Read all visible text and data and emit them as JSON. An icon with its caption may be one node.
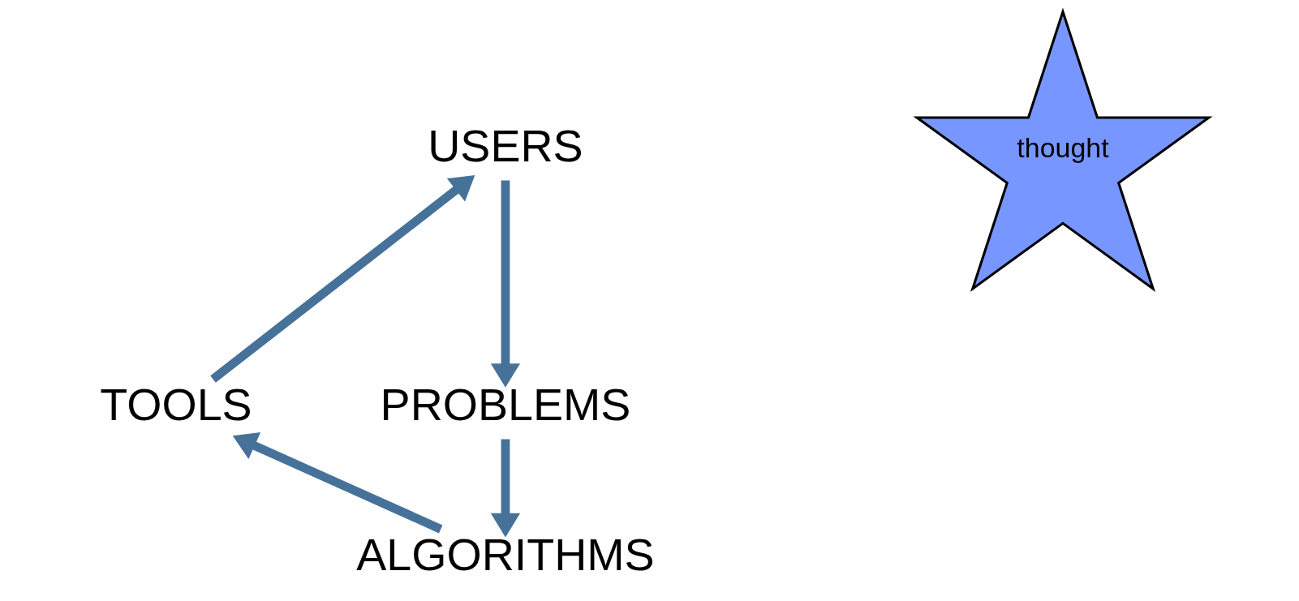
{
  "diagram": {
    "nodes": [
      {
        "text": [
          "USERS"
        ]
      },
      {
        "text": [
          "PROBLEMS"
        ]
      },
      {
        "text": [
          "ALGORITHMS"
        ]
      },
      {
        "text": [
          "TOOLS"
        ]
      },
      {
        "text": [
          "thought"
        ]
      }
    ],
    "edges": [
      {
        "from": 0,
        "to": 1,
        "arrow": "to"
      },
      {
        "from": 1,
        "to": 2,
        "arrow": "to"
      },
      {
        "from": 2,
        "to": 3,
        "arrow": "to"
      },
      {
        "from": 3,
        "to": 0,
        "arrow": "to"
      }
    ]
  }
}
